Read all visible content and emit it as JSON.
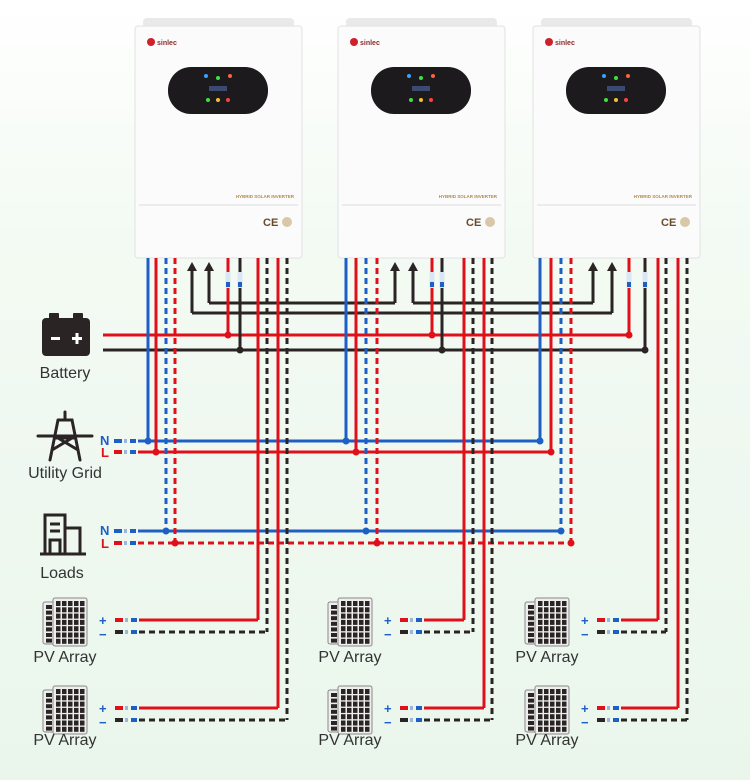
{
  "diagram": {
    "inverters": [
      {
        "logo": "sinlec",
        "model_label": "HYBRID SOLAR INVERTER",
        "cert": "CE"
      },
      {
        "logo": "sinlec",
        "model_label": "HYBRID SOLAR INVERTER",
        "cert": "CE"
      },
      {
        "logo": "sinlec",
        "model_label": "HYBRID SOLAR INVERTER",
        "cert": "CE"
      }
    ],
    "sources": {
      "battery": "Battery",
      "grid": "Utility Grid",
      "loads": "Loads",
      "grid_n": "N",
      "grid_l": "L",
      "loads_n": "N",
      "loads_l": "L"
    },
    "pv_arrays": [
      {
        "label": "PV Array",
        "plus": "+",
        "minus": "−"
      },
      {
        "label": "PV Array",
        "plus": "+",
        "minus": "−"
      },
      {
        "label": "PV Array",
        "plus": "+",
        "minus": "−"
      },
      {
        "label": "PV Array",
        "plus": "+",
        "minus": "−"
      },
      {
        "label": "PV Array",
        "plus": "+",
        "minus": "−"
      },
      {
        "label": "PV Array",
        "plus": "+",
        "minus": "−"
      }
    ],
    "colors": {
      "line": "#e0101a",
      "neutral": "#1d5fc4",
      "negative": "#2a2424",
      "accent": "#b08a50"
    }
  }
}
